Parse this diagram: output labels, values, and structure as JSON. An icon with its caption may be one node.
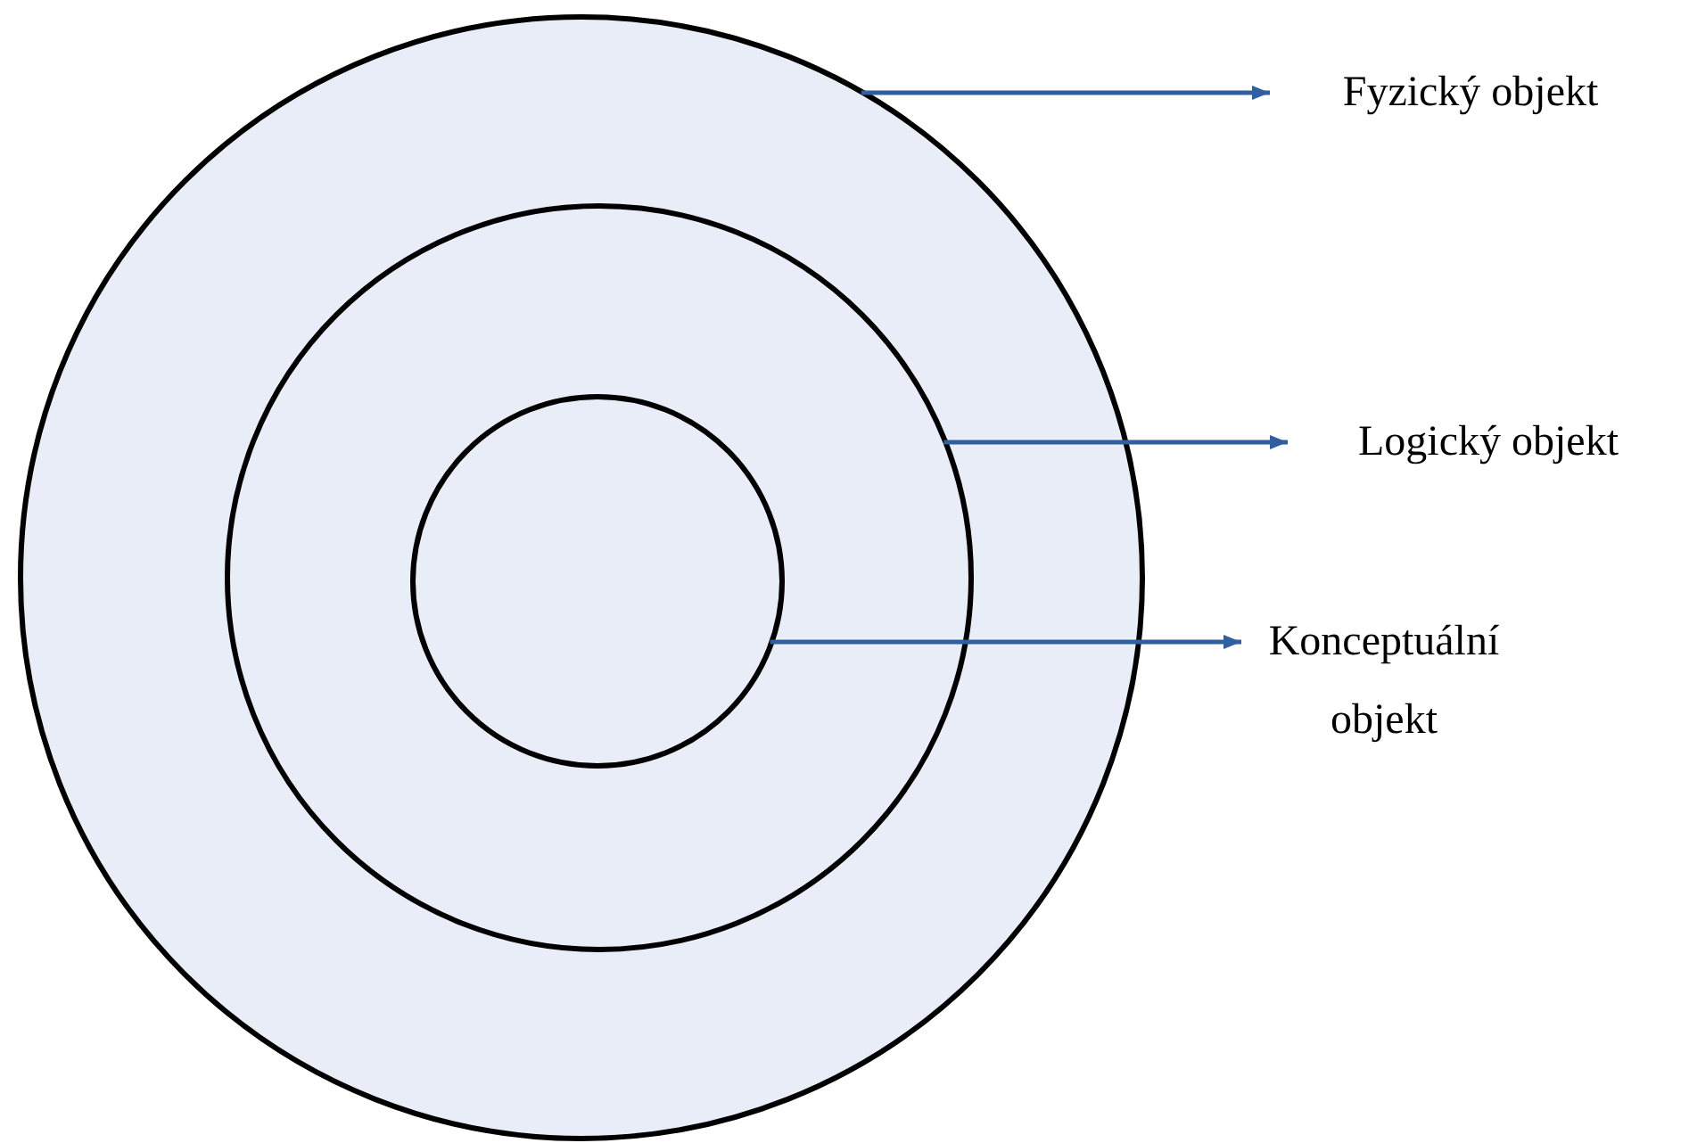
{
  "diagram": {
    "nodes": [
      {
        "text": [],
        "shape": "circle"
      },
      {
        "text": [],
        "shape": "circle",
        "in": 0
      },
      {
        "text": [],
        "shape": "circle",
        "in": 1
      },
      {
        "text": [
          "Fyzický objekt"
        ]
      },
      {
        "text": [
          "Logický objekt"
        ]
      },
      {
        "text": [
          "Konceptuální objekt"
        ]
      }
    ],
    "edges": [
      {
        "from": 0,
        "to": 3,
        "arrow": "to"
      },
      {
        "from": 1,
        "to": 4,
        "arrow": "to"
      },
      {
        "from": 2,
        "to": 5,
        "arrow": "to"
      }
    ]
  }
}
